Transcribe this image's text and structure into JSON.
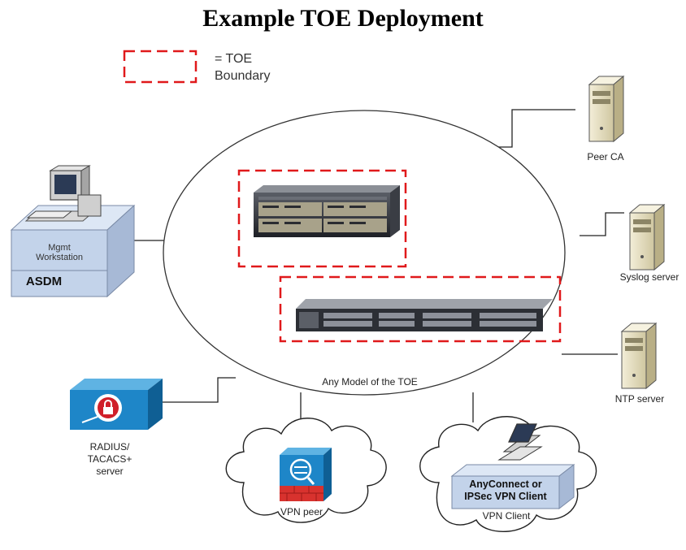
{
  "title": "Example TOE Deployment",
  "legend": {
    "line1": "= TOE",
    "line2": "Boundary",
    "boundary_color": "#e0191b"
  },
  "ellipse_label": "Any Model of the TOE",
  "nodes": {
    "mgmt_workstation": {
      "label_line1": "Mgmt",
      "label_line2": "Workstation",
      "box_label": "ASDM"
    },
    "peer_ca": {
      "label": "Peer CA"
    },
    "syslog_server": {
      "label": "Syslog server"
    },
    "ntp_server": {
      "label": "NTP server"
    },
    "radius_server": {
      "line1": "RADIUS/",
      "line2": "TACACS+",
      "line3": "server"
    },
    "vpn_peer": {
      "label": "VPN peer"
    },
    "vpn_client": {
      "box_line1": "AnyConnect or",
      "box_line2": "IPSec VPN Client",
      "label": "VPN Client"
    }
  },
  "colors": {
    "box_face": "#c3d3ea",
    "box_top": "#dde7f5",
    "cisco_blue": "#1e86c8",
    "server_beige": "#e9e2c4"
  }
}
